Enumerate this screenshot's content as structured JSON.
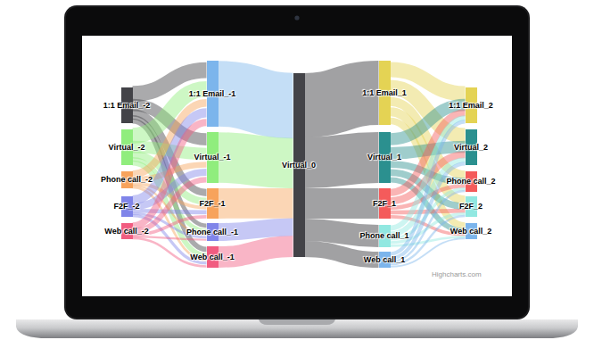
{
  "diagram": {
    "nodes": [
      {
        "text": [
          "1:1 Email_-2"
        ]
      },
      {
        "text": [
          "Virtual_-2"
        ]
      },
      {
        "text": [
          "Phone call_-2"
        ]
      },
      {
        "text": [
          "F2F_-2"
        ]
      },
      {
        "text": [
          "Web call_-2"
        ]
      },
      {
        "text": [
          "1:1 Email_-1"
        ]
      },
      {
        "text": [
          "Virtual_-1"
        ]
      },
      {
        "text": [
          "F2F_-1"
        ]
      },
      {
        "text": [
          "Phone call_-1"
        ]
      },
      {
        "text": [
          "Web call_-1"
        ]
      },
      {
        "text": [
          "Virtual_0"
        ]
      },
      {
        "text": [
          "1:1 Email_1"
        ]
      },
      {
        "text": [
          "Virtual_1"
        ]
      },
      {
        "text": [
          "F2F_1"
        ]
      },
      {
        "text": [
          "Phone call_1"
        ]
      },
      {
        "text": [
          "Web call_1"
        ]
      },
      {
        "text": [
          "1:1 Email_2"
        ]
      },
      {
        "text": [
          "Virtual_2"
        ]
      },
      {
        "text": [
          "Phone call_2"
        ]
      },
      {
        "text": [
          "F2F_2"
        ]
      },
      {
        "text": [
          "Web call_2"
        ]
      }
    ],
    "edges": [
      {
        "from": 0,
        "to": 5,
        "arrow": "none"
      },
      {
        "from": 0,
        "to": 6,
        "arrow": "none"
      },
      {
        "from": 0,
        "to": 7,
        "arrow": "none"
      },
      {
        "from": 0,
        "to": 8,
        "arrow": "none"
      },
      {
        "from": 0,
        "to": 9,
        "arrow": "none"
      },
      {
        "from": 1,
        "to": 5,
        "arrow": "none"
      },
      {
        "from": 1,
        "to": 6,
        "arrow": "none"
      },
      {
        "from": 1,
        "to": 7,
        "arrow": "none"
      },
      {
        "from": 1,
        "to": 8,
        "arrow": "none"
      },
      {
        "from": 1,
        "to": 9,
        "arrow": "none"
      },
      {
        "from": 2,
        "to": 5,
        "arrow": "none"
      },
      {
        "from": 2,
        "to": 6,
        "arrow": "none"
      },
      {
        "from": 2,
        "to": 7,
        "arrow": "none"
      },
      {
        "from": 2,
        "to": 8,
        "arrow": "none"
      },
      {
        "from": 2,
        "to": 9,
        "arrow": "none"
      },
      {
        "from": 3,
        "to": 5,
        "arrow": "none"
      },
      {
        "from": 3,
        "to": 6,
        "arrow": "none"
      },
      {
        "from": 3,
        "to": 7,
        "arrow": "none"
      },
      {
        "from": 3,
        "to": 8,
        "arrow": "none"
      },
      {
        "from": 3,
        "to": 9,
        "arrow": "none"
      },
      {
        "from": 4,
        "to": 5,
        "arrow": "none"
      },
      {
        "from": 4,
        "to": 6,
        "arrow": "none"
      },
      {
        "from": 4,
        "to": 7,
        "arrow": "none"
      },
      {
        "from": 4,
        "to": 8,
        "arrow": "none"
      },
      {
        "from": 4,
        "to": 9,
        "arrow": "none"
      },
      {
        "from": 5,
        "to": 10,
        "arrow": "none"
      },
      {
        "from": 6,
        "to": 10,
        "arrow": "none"
      },
      {
        "from": 7,
        "to": 10,
        "arrow": "none"
      },
      {
        "from": 8,
        "to": 10,
        "arrow": "none"
      },
      {
        "from": 9,
        "to": 10,
        "arrow": "none"
      },
      {
        "from": 10,
        "to": 11,
        "arrow": "none"
      },
      {
        "from": 10,
        "to": 12,
        "arrow": "none"
      },
      {
        "from": 10,
        "to": 13,
        "arrow": "none"
      },
      {
        "from": 10,
        "to": 14,
        "arrow": "none"
      },
      {
        "from": 10,
        "to": 15,
        "arrow": "none"
      },
      {
        "from": 11,
        "to": 16,
        "arrow": "none"
      },
      {
        "from": 11,
        "to": 17,
        "arrow": "none"
      },
      {
        "from": 11,
        "to": 18,
        "arrow": "none"
      },
      {
        "from": 11,
        "to": 19,
        "arrow": "none"
      },
      {
        "from": 11,
        "to": 20,
        "arrow": "none"
      },
      {
        "from": 12,
        "to": 16,
        "arrow": "none"
      },
      {
        "from": 12,
        "to": 17,
        "arrow": "none"
      },
      {
        "from": 12,
        "to": 18,
        "arrow": "none"
      },
      {
        "from": 12,
        "to": 19,
        "arrow": "none"
      },
      {
        "from": 12,
        "to": 20,
        "arrow": "none"
      },
      {
        "from": 13,
        "to": 16,
        "arrow": "none"
      },
      {
        "from": 13,
        "to": 17,
        "arrow": "none"
      },
      {
        "from": 13,
        "to": 18,
        "arrow": "none"
      },
      {
        "from": 13,
        "to": 19,
        "arrow": "none"
      },
      {
        "from": 13,
        "to": 20,
        "arrow": "none"
      },
      {
        "from": 14,
        "to": 16,
        "arrow": "none"
      },
      {
        "from": 14,
        "to": 17,
        "arrow": "none"
      },
      {
        "from": 14,
        "to": 18,
        "arrow": "none"
      },
      {
        "from": 14,
        "to": 19,
        "arrow": "none"
      },
      {
        "from": 14,
        "to": 20,
        "arrow": "none"
      },
      {
        "from": 15,
        "to": 16,
        "arrow": "none"
      },
      {
        "from": 15,
        "to": 17,
        "arrow": "none"
      },
      {
        "from": 15,
        "to": 18,
        "arrow": "none"
      },
      {
        "from": 15,
        "to": 19,
        "arrow": "none"
      },
      {
        "from": 15,
        "to": 20,
        "arrow": "none"
      }
    ],
    "labels": [
      "Highcharts.com"
    ]
  }
}
